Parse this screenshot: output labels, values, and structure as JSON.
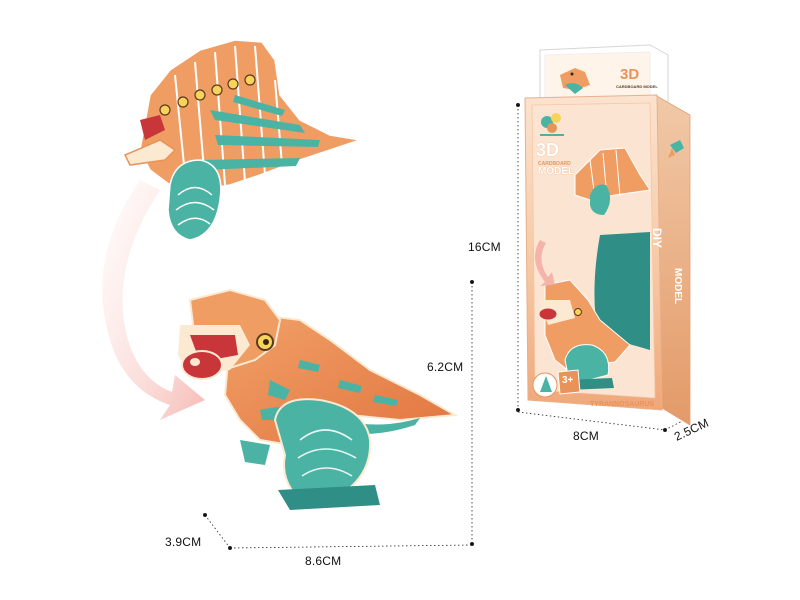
{
  "dimensions": {
    "model_width": "8.6CM",
    "model_height": "6.2CM",
    "model_depth": "3.9CM",
    "box_height": "16CM",
    "box_width": "8CM",
    "box_depth": "2.5CM"
  },
  "package": {
    "top_badge": "3D",
    "top_badge_sub": "CARDBOARD MODEL",
    "main_title": "3D",
    "main_subtitle_1": "CARDBOARD",
    "main_subtitle_2": "MODEL",
    "side_title": "DIY",
    "side_subtitle": "MODEL",
    "age_badge": "3+",
    "product_name": "TYRANNOSAURUS"
  },
  "colors": {
    "orange": "#e8935a",
    "teal": "#4bb3a4",
    "dark_teal": "#2f8f86",
    "cream": "#fbe9d2",
    "peach": "#f4c6a3",
    "box_peach": "#f3b98f"
  }
}
